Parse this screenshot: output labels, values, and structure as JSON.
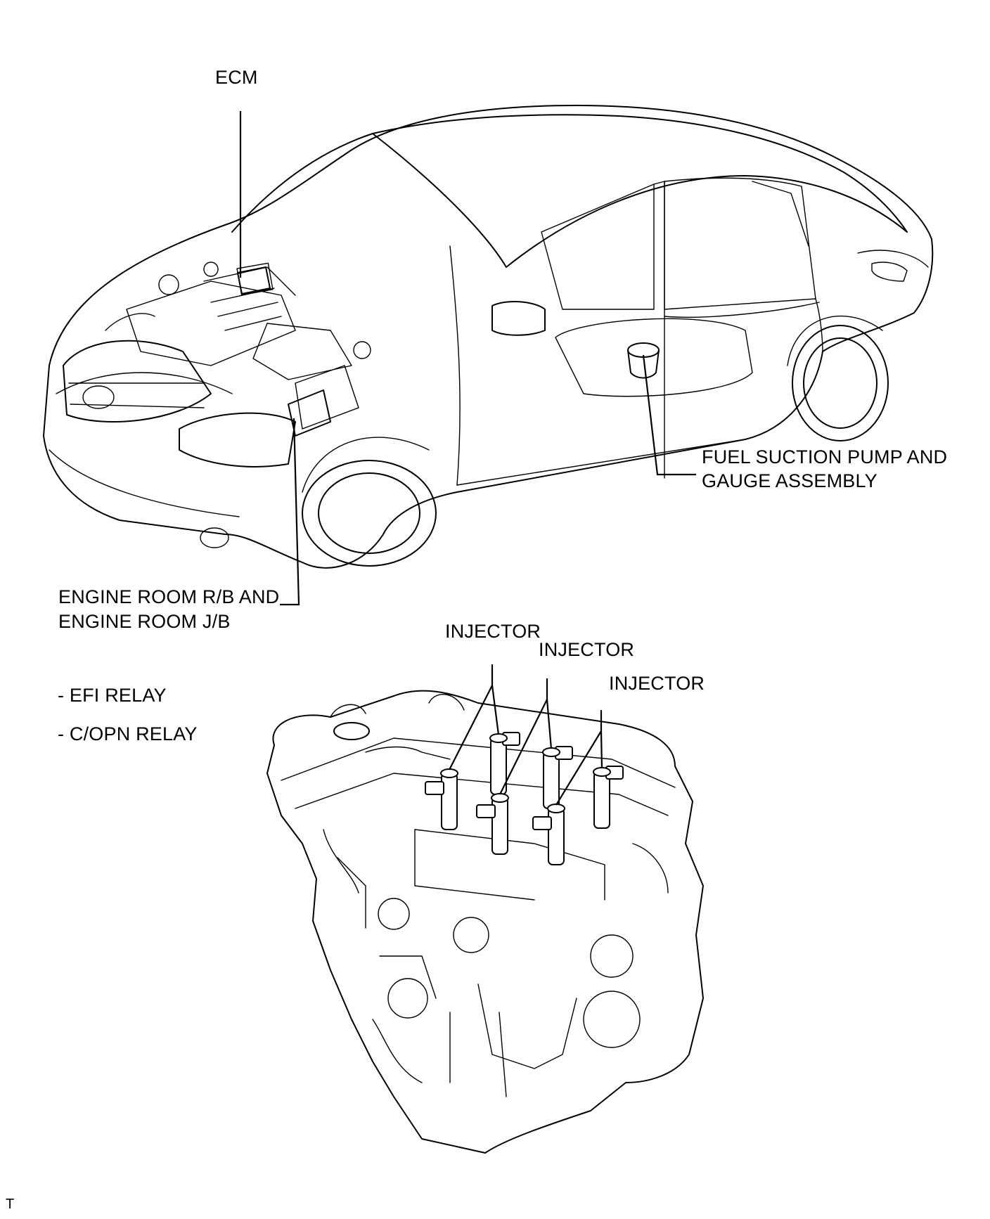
{
  "labels": {
    "ecm": "ECM",
    "fuel_pump_line1": "FUEL SUCTION PUMP AND",
    "fuel_pump_line2": "GAUGE ASSEMBLY",
    "engine_room_line1": "ENGINE ROOM R/B AND",
    "engine_room_line2": "ENGINE ROOM J/B",
    "efi_relay": "- EFI RELAY",
    "copn_relay": "- C/OPN RELAY",
    "injector_1": "INJECTOR",
    "injector_2": "INJECTOR",
    "injector_3": "INJECTOR",
    "corner_mark": "T"
  }
}
